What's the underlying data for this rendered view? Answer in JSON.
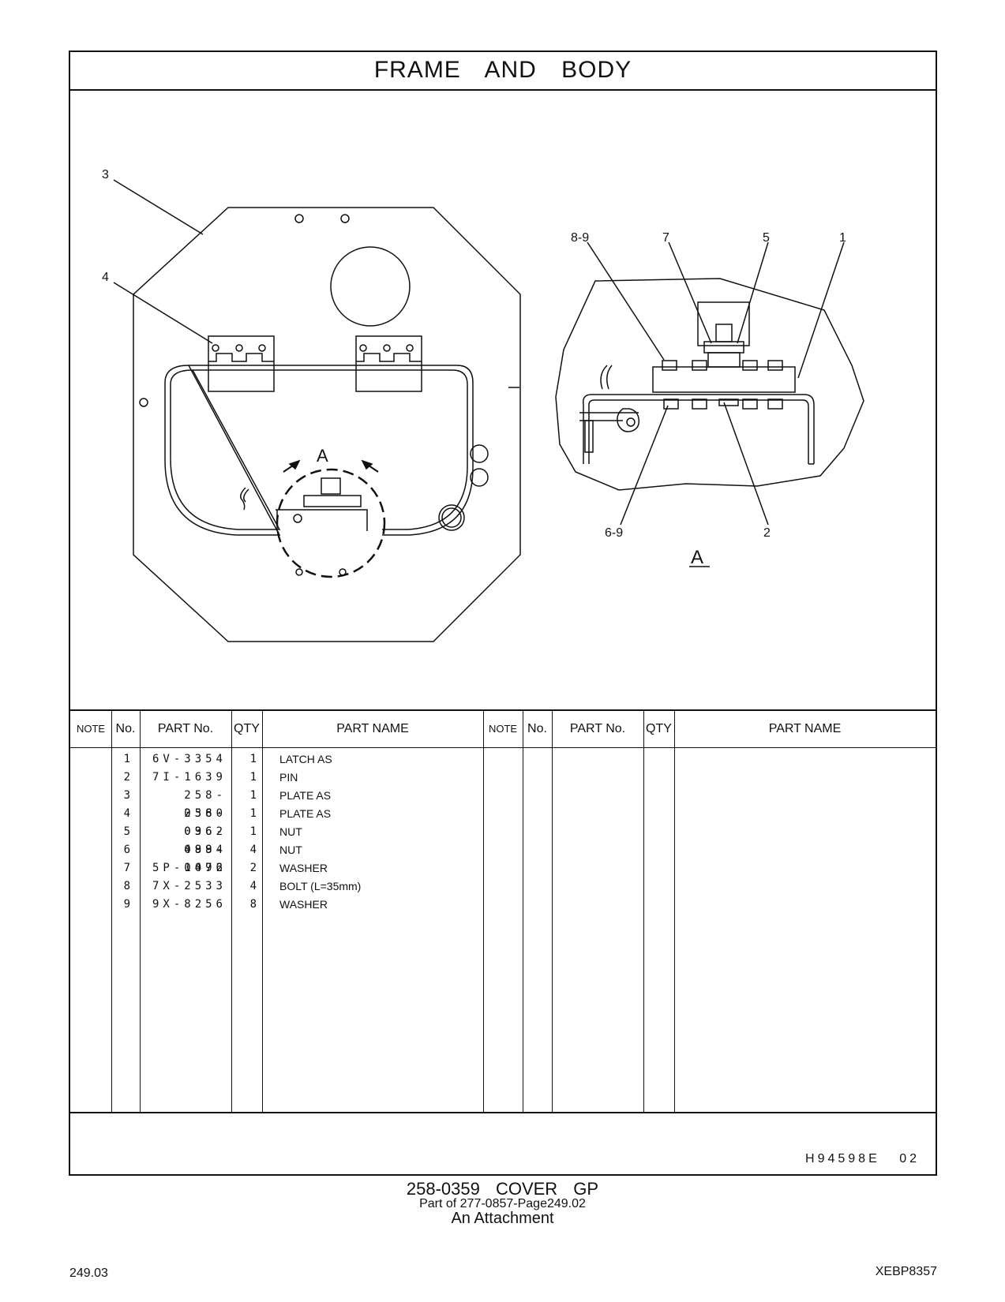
{
  "title": "FRAME   AND   BODY",
  "callouts": {
    "c3": "3",
    "c4": "4",
    "c89": "8-9",
    "c7": "7",
    "c5": "5",
    "c1": "1",
    "c69": "6-9",
    "c2": "2",
    "viewA": "A",
    "arrowA": "A"
  },
  "table": {
    "headers": {
      "note": "NOTE",
      "no": "No.",
      "part_no": "PART No.",
      "qty": "QTY",
      "part_name": "PART NAME"
    },
    "rows": [
      {
        "no": "1",
        "part_no": "6V-3354",
        "qty": "1",
        "name": "LATCH  AS"
      },
      {
        "no": "2",
        "part_no": "7I-1639",
        "qty": "1",
        "name": "PIN"
      },
      {
        "no": "3",
        "part_no": "258-0360",
        "qty": "1",
        "name": "PLATE  AS"
      },
      {
        "no": "4",
        "part_no": "258-0362",
        "qty": "1",
        "name": "PLATE  AS"
      },
      {
        "no": "5",
        "part_no": "096-4884",
        "qty": "1",
        "name": "NUT"
      },
      {
        "no": "6",
        "part_no": "099-0492",
        "qty": "4",
        "name": "NUT"
      },
      {
        "no": "7",
        "part_no": "5P-1076",
        "qty": "2",
        "name": "WASHER"
      },
      {
        "no": "8",
        "part_no": "7X-2533",
        "qty": "4",
        "name": "BOLT (L=35mm)"
      },
      {
        "no": "9",
        "part_no": "9X-8256",
        "qty": "8",
        "name": "WASHER"
      }
    ]
  },
  "drawing_code": "H94598E  02",
  "footer": {
    "title": "258-0359   COVER  GP",
    "part_of": "Part of 277-0857-Page249.02",
    "attachment": "An Attachment",
    "page_number": "249.03",
    "doc_code": "XEBP8357"
  }
}
